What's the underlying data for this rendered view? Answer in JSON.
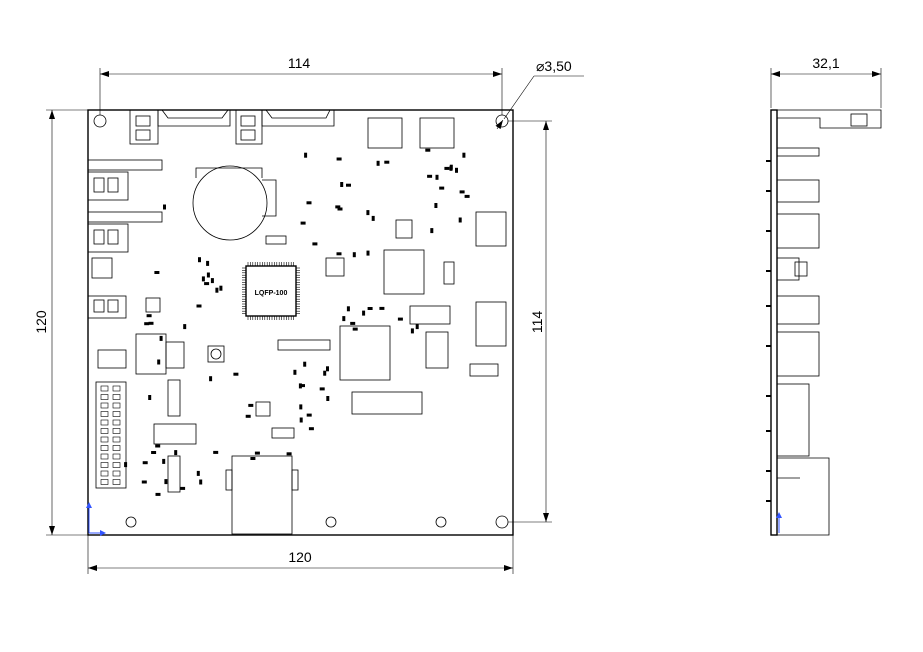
{
  "drawing": {
    "dimensions": {
      "top_width": "114",
      "hole_diameter": "⌀3,50",
      "left_height": "120",
      "right_height": "114",
      "bottom_width": "120",
      "side_thickness": "32,1"
    },
    "chip_marking": "LQFP-100"
  }
}
